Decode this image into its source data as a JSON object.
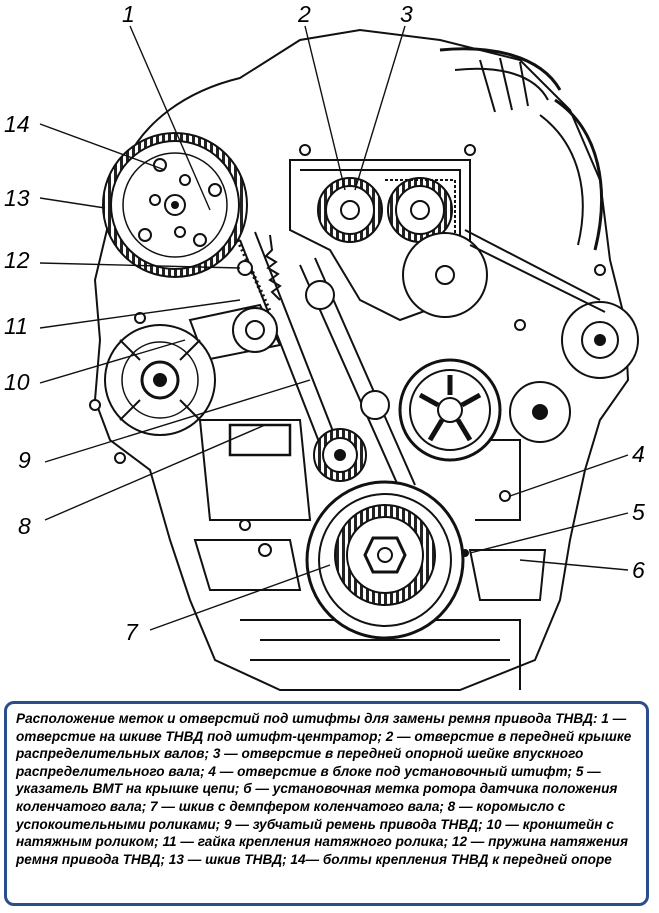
{
  "callouts": [
    {
      "id": "1",
      "label": "1"
    },
    {
      "id": "2",
      "label": "2"
    },
    {
      "id": "3",
      "label": "3"
    },
    {
      "id": "4",
      "label": "4"
    },
    {
      "id": "5",
      "label": "5"
    },
    {
      "id": "6",
      "label": "6"
    },
    {
      "id": "7",
      "label": "7"
    },
    {
      "id": "8",
      "label": "8"
    },
    {
      "id": "9",
      "label": "9"
    },
    {
      "id": "10",
      "label": "10"
    },
    {
      "id": "11",
      "label": "11"
    },
    {
      "id": "12",
      "label": "12"
    },
    {
      "id": "13",
      "label": "13"
    },
    {
      "id": "14",
      "label": "14"
    }
  ],
  "caption": {
    "text": "Расположение меток и отверстий под штифты для замены ремня привода ТНВД: 1 — отверстие на шкиве ТНВД под штифт-центратор; 2 — отверстие в передней крышке распределительных валов; 3 — отверстие в передней опорной шейке впускного распределительного вала; 4 — отверстие в блоке под установочный штифт; 5 — указатель ВМТ на крышке цепи; б — установочная метка ротора датчика положения коленчатого вала; 7 — шкив с демпфером коленчатого вала; 8 — коромысло с успокоительными роликами; 9 — зубчатый ремень привода ТНВД; 10 — кронштейн с натяжным роликом; 11 — гайка крепления натяжного ролика; 12 — пружина натяжения ремня привода ТНВД; 13 — шкив ТНВД; 14— болты крепления ТНВД к передней опоре"
  }
}
